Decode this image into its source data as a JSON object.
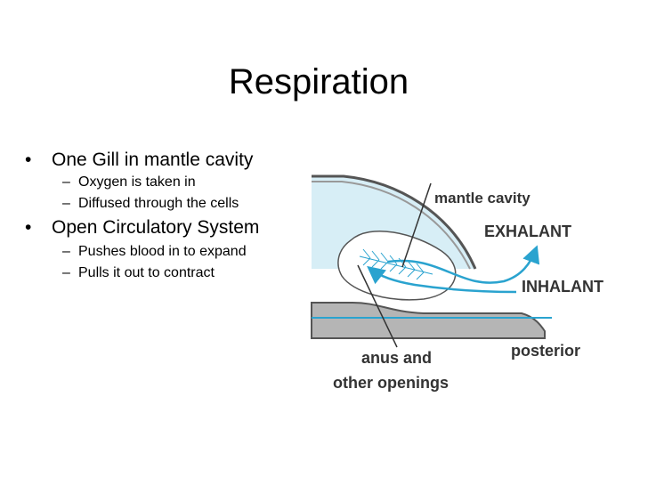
{
  "slide": {
    "title": "Respiration"
  },
  "bullets": [
    {
      "text": "One Gill in mantle cavity",
      "subs": [
        "Oxygen is taken in",
        "Diffused through the cells"
      ]
    },
    {
      "text": "Open Circulatory System",
      "subs": [
        "Pushes blood in to expand",
        "Pulls it out to contract"
      ]
    }
  ],
  "markers": {
    "level1": "•",
    "level2": "–"
  },
  "diagram": {
    "labels": {
      "mantle_cavity": "mantle cavity",
      "exhalant": "EXHALANT",
      "inhalant": "INHALANT",
      "posterior": "posterior",
      "anus_line1": "anus and",
      "anus_line2": "other openings"
    },
    "colors": {
      "cavity_fill": "#d7eef6",
      "flow_line": "#2aa3cf",
      "shell": "#555555",
      "body_gray": "#b5b5b5",
      "gill_fill": "#ffffff"
    }
  }
}
